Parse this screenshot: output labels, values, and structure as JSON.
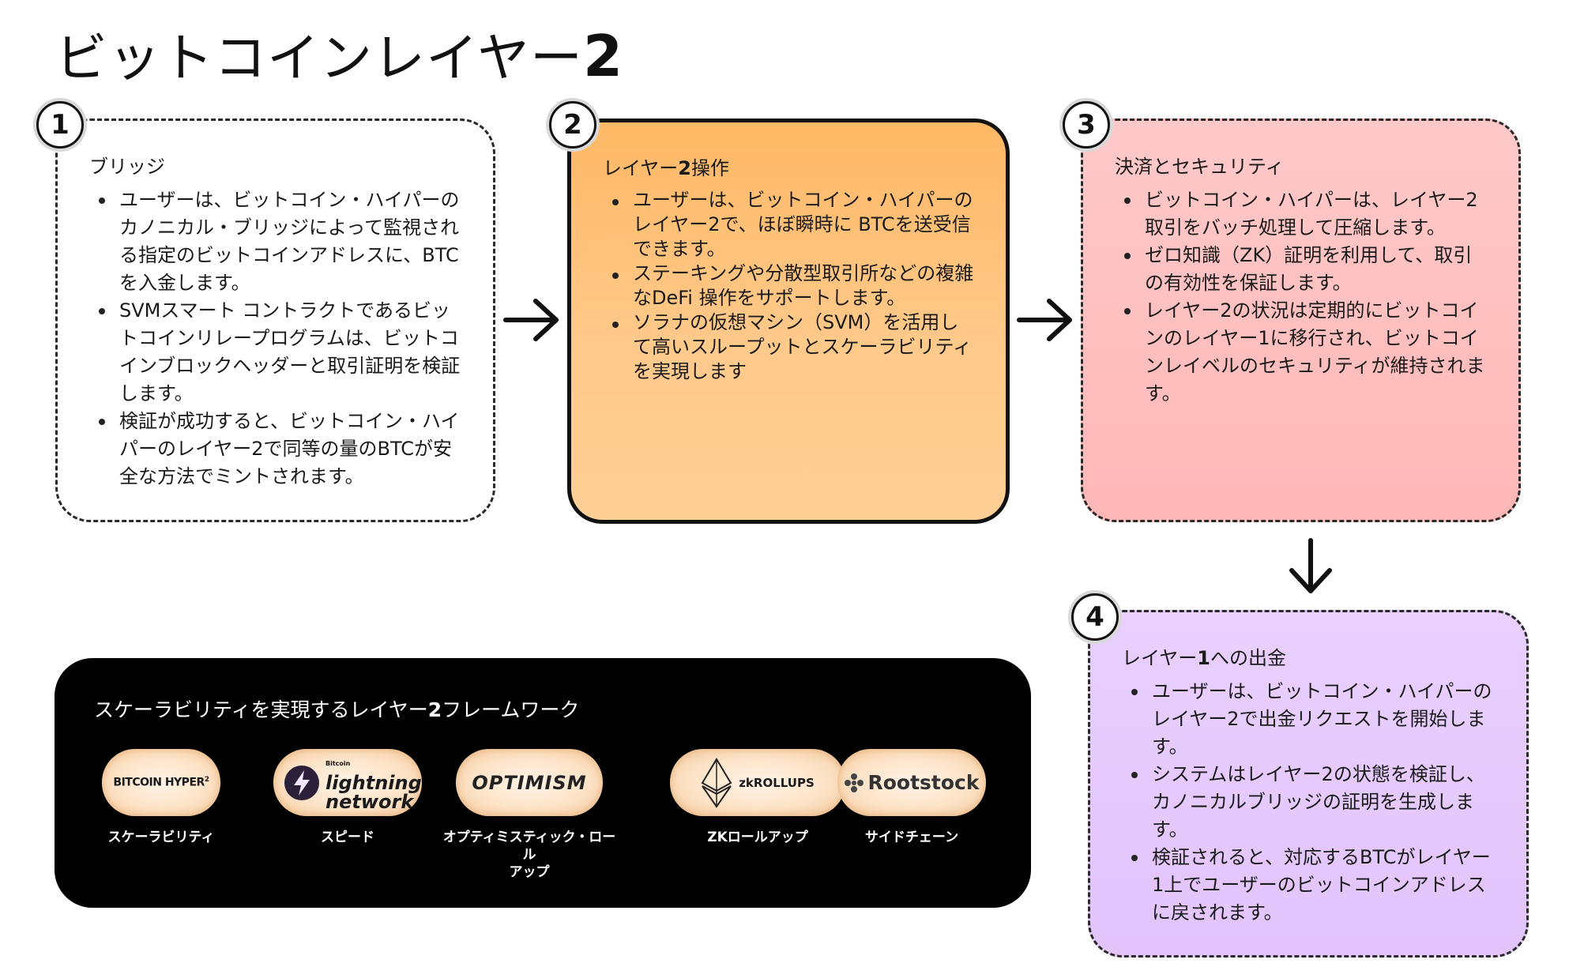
{
  "title": {
    "text": "ビットコインレイヤー",
    "number": "2"
  },
  "steps": [
    {
      "badge": "1",
      "heading": "ブリッジ",
      "bullets": [
        "ユーザーは、ビットコイン・ハイパーのカノニカル・ブリッジによって監視される指定のビットコインアドレスに、BTCを入金します。",
        "SVMスマート コントラクトであるビットコインリレープログラムは、ビットコインブロックヘッダーと取引証明を検証します。",
        "検証が成功すると、ビットコイン・ハイパーのレイヤー2で同等の量のBTCが安全な方法でミントされます。"
      ]
    },
    {
      "badge": "2",
      "heading_pre": "レイヤー",
      "heading_num": "2",
      "heading_post": "操作",
      "bullets": [
        "ユーザーは、ビットコイン・ハイパーのレイヤー2で、ほぼ瞬時に BTCを送受信できます。",
        "ステーキングや分散型取引所などの複雑なDeFi 操作をサポートします。",
        "ソラナの仮想マシン（SVM）を活用して高いスループットとスケーラビリティを実現します"
      ]
    },
    {
      "badge": "3",
      "heading": "決済とセキュリティ",
      "bullets": [
        "ビットコイン・ハイパーは、レイヤー2取引をバッチ処理して圧縮します。",
        "ゼロ知識（ZK）証明を利用して、取引の有効性を保証します。",
        "レイヤー2の状況は定期的にビットコインのレイヤー1に移行され、ビットコインレイベルのセキュリティが維持されます。"
      ]
    },
    {
      "badge": "4",
      "heading_pre": "レイヤー",
      "heading_num": "1",
      "heading_post": "への出金",
      "bullets": [
        "ユーザーは、ビットコイン・ハイパーのレイヤー2で出金リクエストを開始します。",
        "システムはレイヤー2の状態を検証し、カノニカルブリッジの証明を生成します。",
        "検証されると、対応するBTCがレイヤー1上でユーザーのビットコインアドレスに戻されます。"
      ]
    }
  ],
  "framework": {
    "title_pre": "スケーラビリティを実現するレイヤー",
    "title_num": "2",
    "title_post": "フレームワーク",
    "items": [
      {
        "logo": "BITCOIN HYPER",
        "logo_sup": "2",
        "label": "スケーラビリティ"
      },
      {
        "logo_small": "Bitcoin",
        "logo_line1": "lightning",
        "logo_line2": "network",
        "label": "スピード"
      },
      {
        "logo": "OPTIMISM",
        "label": "オプティミスティック・ロール\nアップ"
      },
      {
        "logo": "zkROLLUPS",
        "label": "ZKロールアップ"
      },
      {
        "logo": "Rootstock",
        "label": "サイドチェーン"
      }
    ]
  }
}
